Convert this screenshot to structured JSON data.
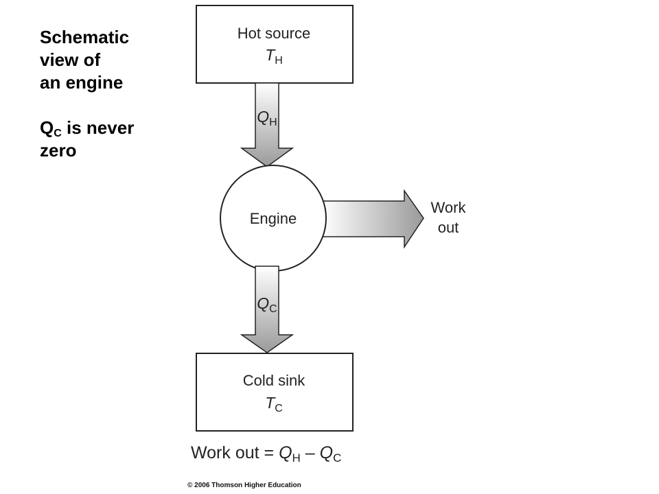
{
  "note": {
    "line1": "Schematic",
    "line2": "view of",
    "line3": "an engine",
    "qc_main": "Q",
    "qc_sub": "C",
    "qc_rest": " is never",
    "line5": "zero"
  },
  "hot_source": {
    "label": "Hot source",
    "sym": "T",
    "sub": "H"
  },
  "heat_in": {
    "sym": "Q",
    "sub": "H"
  },
  "engine": {
    "label": "Engine"
  },
  "work": {
    "line1": "Work",
    "line2": "out"
  },
  "heat_out": {
    "sym": "Q",
    "sub": "C"
  },
  "cold_sink": {
    "label": "Cold sink",
    "sym": "T",
    "sub": "C"
  },
  "equation": {
    "lhs": "Work out = ",
    "q1": "Q",
    "q1_sub": "H",
    "minus": " – ",
    "q2": "Q",
    "q2_sub": "C"
  },
  "copyright": "© 2006 Thomson Higher Education",
  "colors": {
    "arrow_light": "#ffffff",
    "arrow_dark": "#9a9a9a",
    "stroke": "#222222"
  }
}
